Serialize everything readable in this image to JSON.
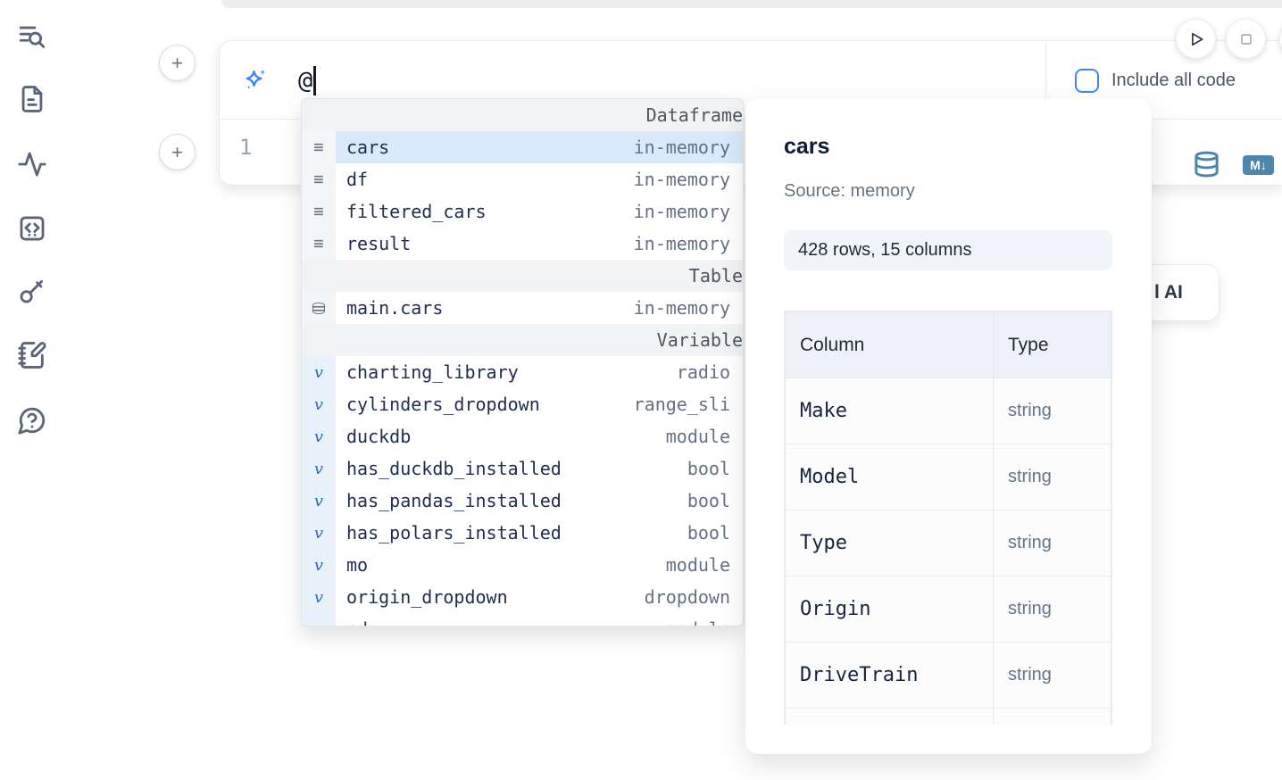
{
  "sidebar": {
    "icons": [
      {
        "name": "table-of-contents-search-icon"
      },
      {
        "name": "file-document-icon"
      },
      {
        "name": "activity-pulse-icon"
      },
      {
        "name": "code-snippets-icon"
      },
      {
        "name": "key-icon"
      },
      {
        "name": "scratchpad-notebook-pen-icon"
      },
      {
        "name": "help-chat-question-icon"
      }
    ]
  },
  "toolbar": {
    "run_icon": "play-icon",
    "stop_icon": "stop-square-icon"
  },
  "ai_cell": {
    "input_value": "@",
    "include_all_code_label": "Include all code",
    "line_number": "1",
    "markdown_badge": "M↓",
    "add_cell_label": "+"
  },
  "ai_button_fragment": {
    "visible_text": "l AI"
  },
  "autocomplete": {
    "rows": [
      {
        "kind": "header",
        "label": "Dataframe"
      },
      {
        "kind": "df",
        "glyph": "≡",
        "name": "cars",
        "type": "in-memory",
        "state": "selected"
      },
      {
        "kind": "df",
        "glyph": "≡",
        "name": "df",
        "type": "in-memory"
      },
      {
        "kind": "df",
        "glyph": "≡",
        "name": "filtered_cars",
        "type": "in-memory"
      },
      {
        "kind": "df",
        "glyph": "≡",
        "name": "result",
        "type": "in-memory"
      },
      {
        "kind": "header",
        "label": "Table"
      },
      {
        "kind": "table",
        "name": "main.cars",
        "type": "in-memory"
      },
      {
        "kind": "header",
        "label": "Variable"
      },
      {
        "kind": "var",
        "glyph": "v",
        "name": "charting_library",
        "type": "radio"
      },
      {
        "kind": "var",
        "glyph": "v",
        "name": "cylinders_dropdown",
        "type": "range_sli"
      },
      {
        "kind": "var",
        "glyph": "v",
        "name": "duckdb",
        "type": "module"
      },
      {
        "kind": "var",
        "glyph": "v",
        "name": "has_duckdb_installed",
        "type": "bool"
      },
      {
        "kind": "var",
        "glyph": "v",
        "name": "has_pandas_installed",
        "type": "bool"
      },
      {
        "kind": "var",
        "glyph": "v",
        "name": "has_polars_installed",
        "type": "bool"
      },
      {
        "kind": "var",
        "glyph": "v",
        "name": "mo",
        "type": "module"
      },
      {
        "kind": "var",
        "glyph": "v",
        "name": "origin_dropdown",
        "type": "dropdown"
      },
      {
        "kind": "partial",
        "glyph": "v",
        "name": "pd",
        "type": "module",
        "state": "partial"
      }
    ]
  },
  "preview": {
    "title": "cars",
    "source": "Source: memory",
    "shape": "428 rows, 15 columns",
    "table": {
      "headers": [
        "Column",
        "Type"
      ],
      "rows": [
        [
          "Make",
          "string"
        ],
        [
          "Model",
          "string"
        ],
        [
          "Type",
          "string"
        ],
        [
          "Origin",
          "string"
        ],
        [
          "DriveTrain",
          "string"
        ],
        [
          "",
          ""
        ]
      ]
    }
  }
}
